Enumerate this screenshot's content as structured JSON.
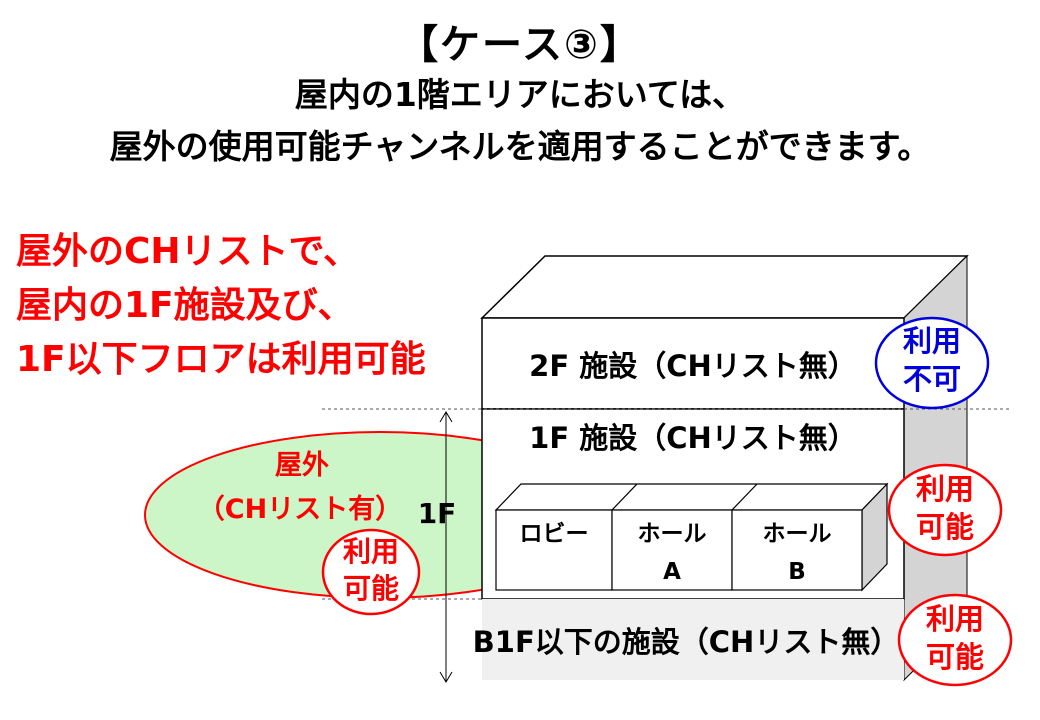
{
  "title": {
    "case": "【ケース③】",
    "line2": "屋内の1階エリアにおいては、",
    "line3": "屋外の使用可能チャンネルを適用することができます。"
  },
  "note": {
    "line1": "屋外のCHリストで、",
    "line2": "屋内の1F施設及び、",
    "line3": "1F以下フロアは利用可能"
  },
  "building": {
    "floor2": "2F 施設（CHリスト無）",
    "floor1": "1F 施設（CHリスト無）",
    "basement": "B1F以下の施設（CHリスト無）",
    "rooms": [
      {
        "line1": "ロビー",
        "line2": ""
      },
      {
        "line1": "ホール",
        "line2": "A"
      },
      {
        "line1": "ホール",
        "line2": "B"
      }
    ]
  },
  "outdoor": {
    "line1": "屋外",
    "line2": "（CHリスト有）"
  },
  "floor_label": "1F",
  "badges": {
    "floor2": {
      "line1": "利用",
      "line2": "不可",
      "color": "#0000dd"
    },
    "floor1": {
      "line1": "利用",
      "line2": "可能",
      "color": "#ff0000"
    },
    "basement": {
      "line1": "利用",
      "line2": "可能",
      "color": "#ff0000"
    },
    "outdoor": {
      "line1": "利用",
      "line2": "可能",
      "color": "#ff0000"
    }
  },
  "colors": {
    "note": "#ff0000",
    "ellipse_fill": "#ccf5c8",
    "ellipse_stroke": "#ff0000",
    "building_side": "#d4d4d4",
    "basement_fill": "#f0f0f0"
  }
}
